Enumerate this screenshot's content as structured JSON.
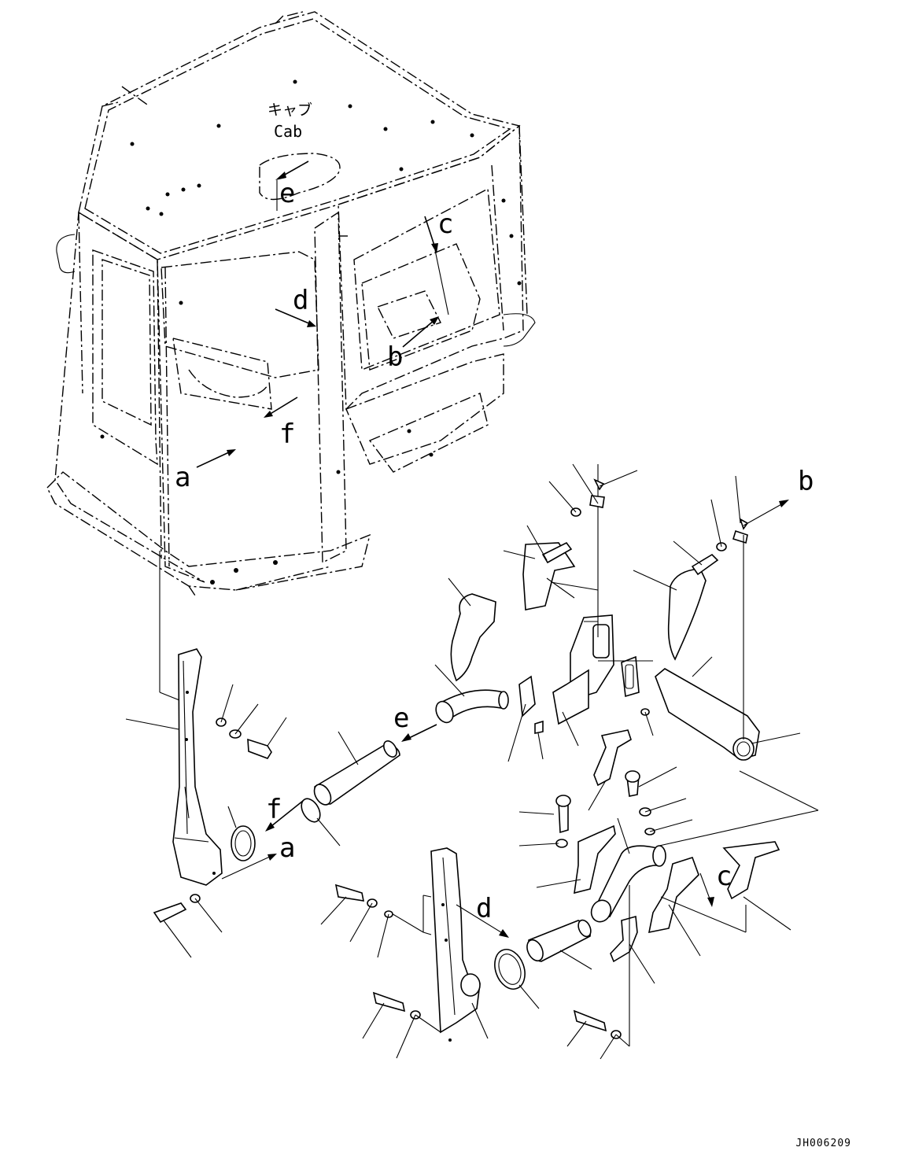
{
  "cab_label": {
    "jp": "キャブ",
    "en": "Cab"
  },
  "view_letters": [
    "a",
    "b",
    "c",
    "d",
    "e",
    "f"
  ],
  "arrows": {
    "cab_e": "e",
    "cab_c": "c",
    "cab_d": "d",
    "cab_b": "b",
    "cab_f": "f",
    "cab_a": "a",
    "parts_b": "b",
    "parts_e": "e",
    "parts_f": "f",
    "parts_a": "a",
    "parts_c": "c",
    "parts_d": "d"
  },
  "drawing_number": "JH006209",
  "colors": {
    "ink": "#000000",
    "paper": "#ffffff"
  }
}
